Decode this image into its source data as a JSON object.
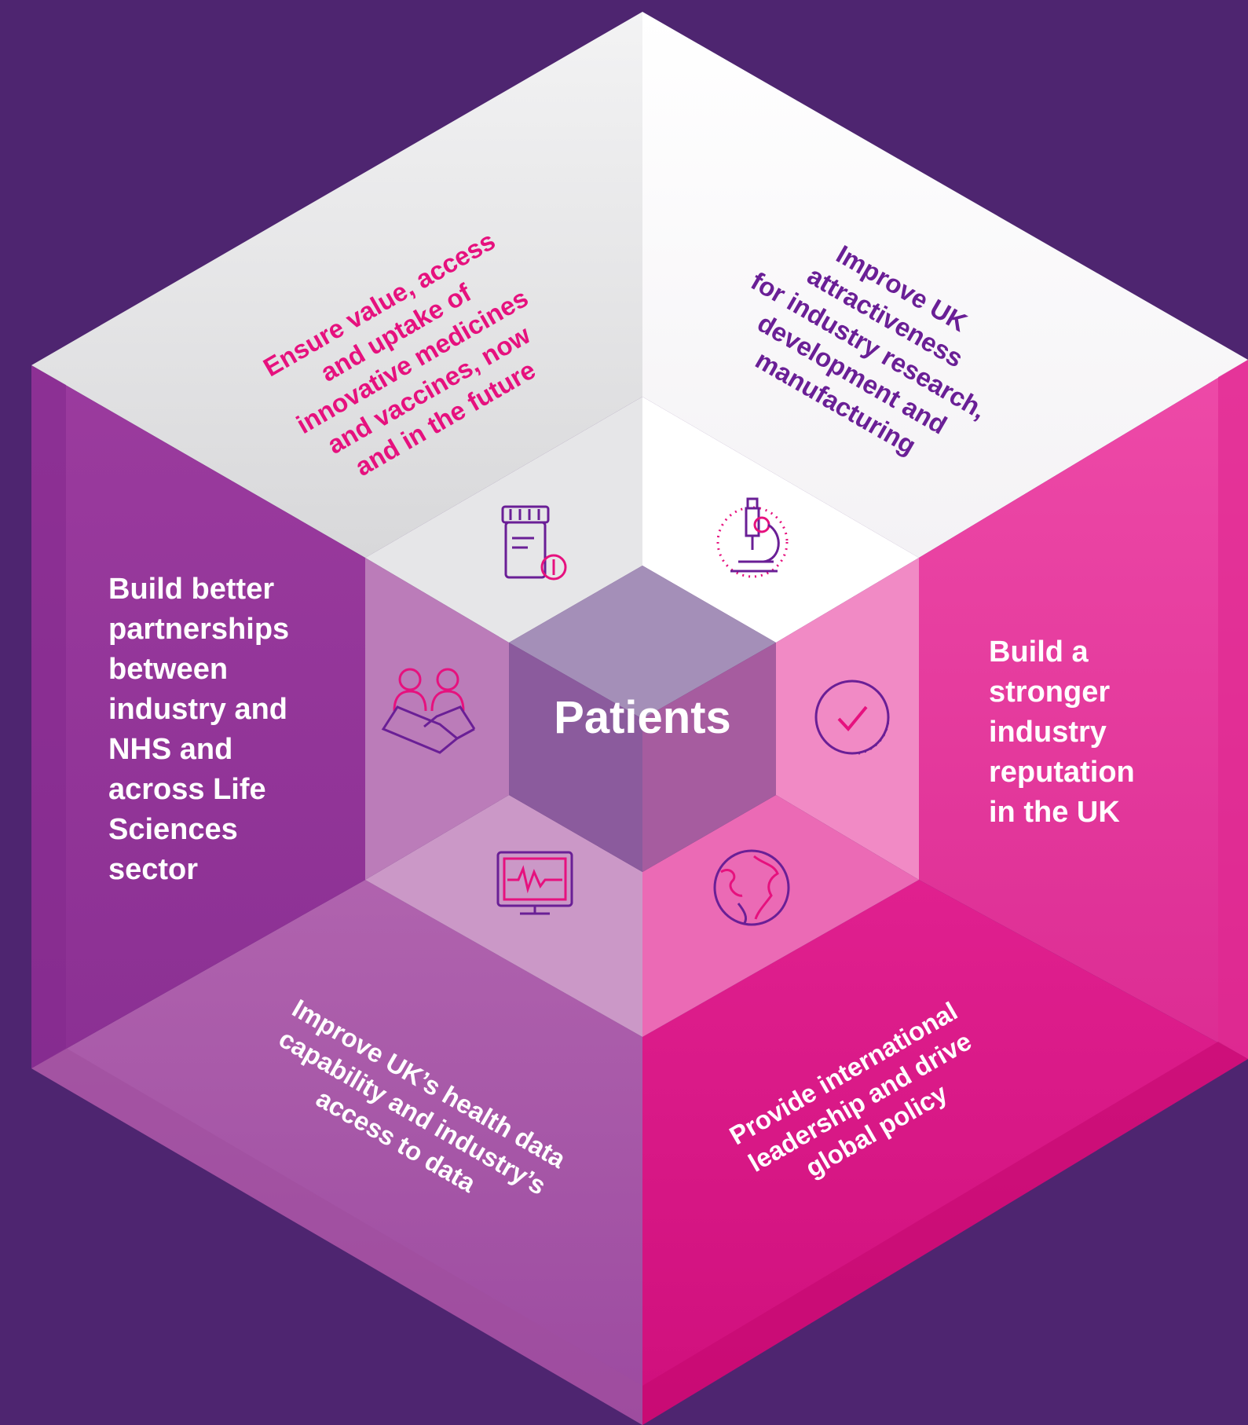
{
  "diagram": {
    "center": {
      "label": "Patients"
    },
    "segments": [
      {
        "id": "top-left",
        "label": "Ensure value, access\nand uptake of\ninnovative medicines\nand vaccines, now\nand in the future",
        "icon": "medicine-bottle-icon",
        "text_color": "#e6117e"
      },
      {
        "id": "top-right",
        "label": "Improve UK\nattractiveness\nfor industry research,\ndevelopment and\nmanufacturing",
        "icon": "microscope-icon",
        "text_color": "#6a1f96"
      },
      {
        "id": "right",
        "label": "Build a\nstronger\nindustry\nreputation\nin the UK",
        "icon": "checkmark-circle-icon",
        "text_color": "#ffffff"
      },
      {
        "id": "bottom-right",
        "label": "Provide international\nleadership and drive\nglobal policy",
        "icon": "globe-icon",
        "text_color": "#ffffff"
      },
      {
        "id": "bottom-left",
        "label": "Improve UK’s health data\ncapability and industry’s\naccess to data",
        "icon": "heart-monitor-icon",
        "text_color": "#ffffff"
      },
      {
        "id": "left",
        "label": "Build better\npartnerships\nbetween\nindustry and\nNHS and\nacross Life\nSciences\nsector",
        "icon": "handshake-icon",
        "text_color": "#ffffff"
      }
    ]
  },
  "colors": {
    "background": "#4e2570",
    "accent_pink": "#e6117e",
    "accent_purple": "#6a1f96",
    "center_text": "#ffffff"
  }
}
